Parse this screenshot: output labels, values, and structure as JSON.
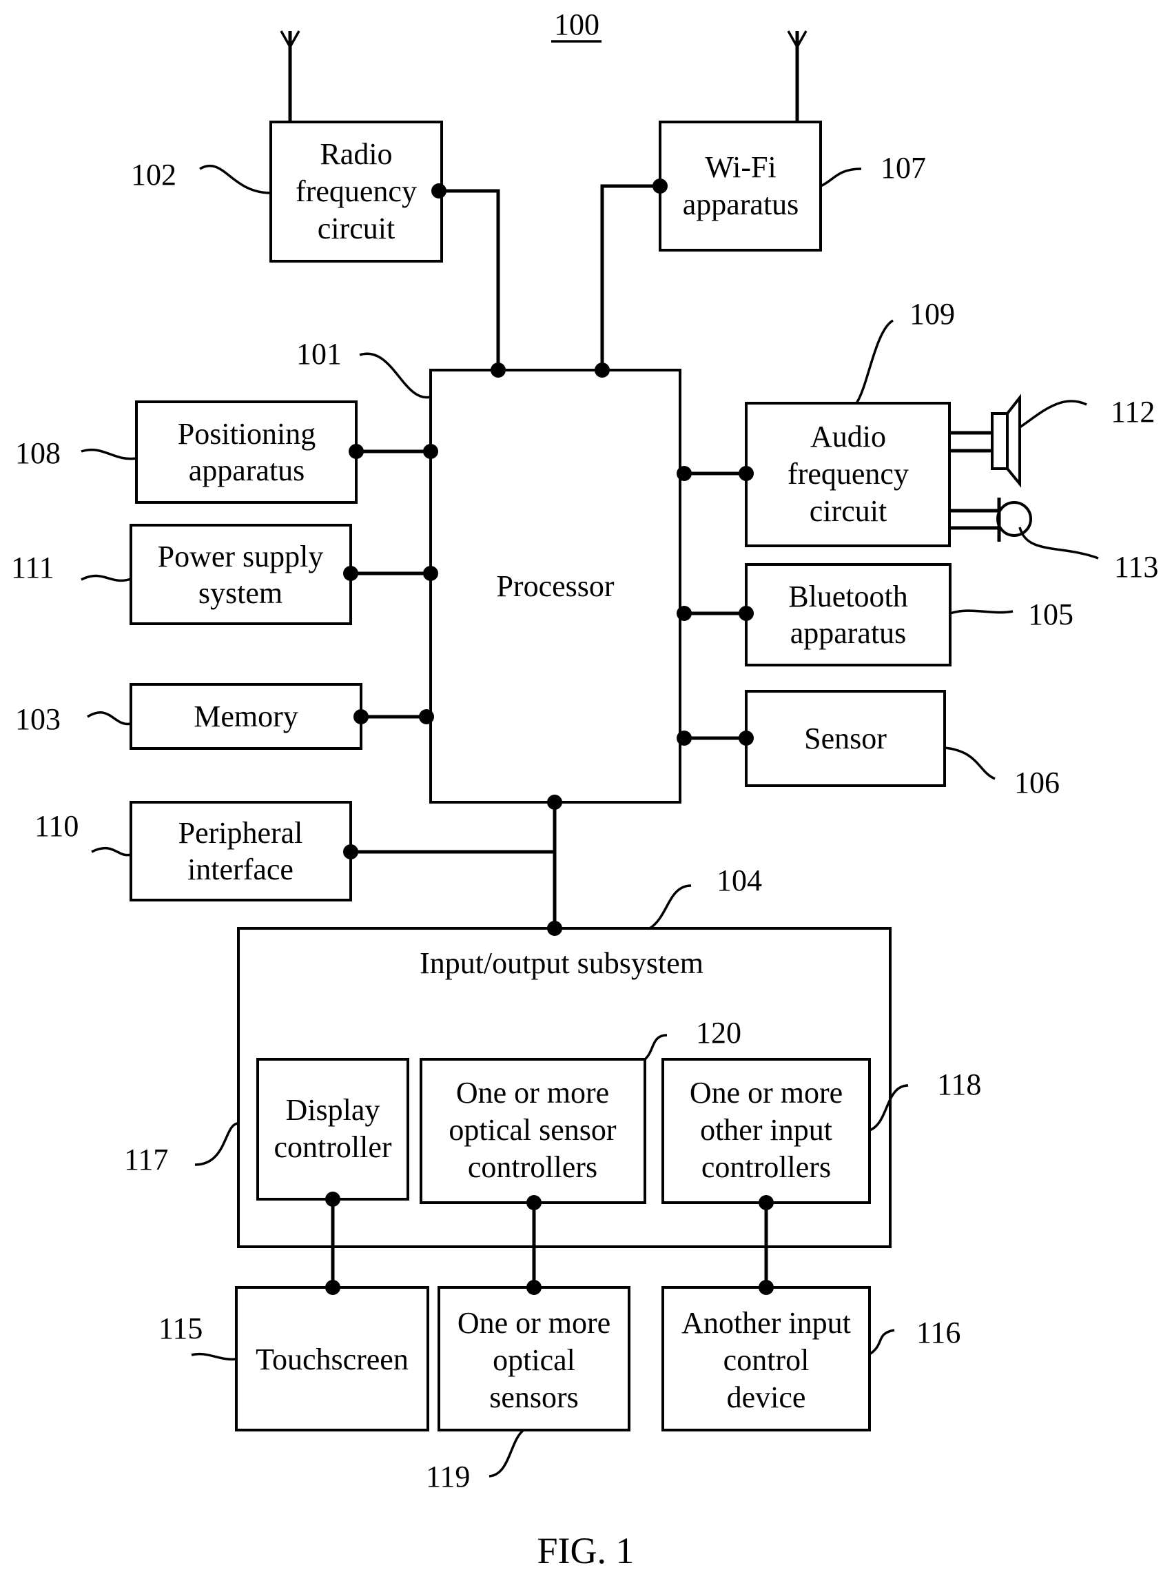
{
  "figure_number": "100",
  "caption": "FIG. 1",
  "blocks": {
    "radio_frequency_circuit": {
      "lines": [
        "Radio",
        "frequency",
        "circuit"
      ],
      "ref": "102"
    },
    "wifi_apparatus": {
      "lines": [
        "Wi-Fi",
        "apparatus"
      ],
      "ref": "107"
    },
    "processor": {
      "lines": [
        "Processor"
      ],
      "ref": "101"
    },
    "positioning_apparatus": {
      "lines": [
        "Positioning",
        "apparatus"
      ],
      "ref": "108"
    },
    "power_supply_system": {
      "lines": [
        "Power supply",
        "system"
      ],
      "ref": "111"
    },
    "memory": {
      "lines": [
        "Memory"
      ],
      "ref": "103"
    },
    "peripheral_interface": {
      "lines": [
        "Peripheral",
        "interface"
      ],
      "ref": "110"
    },
    "audio_frequency_circuit": {
      "lines": [
        "Audio",
        "frequency",
        "circuit"
      ],
      "ref": "109"
    },
    "bluetooth_apparatus": {
      "lines": [
        "Bluetooth",
        "apparatus"
      ],
      "ref": "105"
    },
    "sensor": {
      "lines": [
        "Sensor"
      ],
      "ref": "106"
    },
    "io_subsystem": {
      "lines": [
        "Input/output subsystem"
      ],
      "ref": "104"
    },
    "display_controller": {
      "lines": [
        "Display",
        "controller"
      ],
      "ref": "117"
    },
    "optical_sensor_controllers": {
      "lines": [
        "One or more",
        "optical sensor",
        "controllers"
      ],
      "ref": "120"
    },
    "other_input_controllers": {
      "lines": [
        "One or more",
        "other input",
        "controllers"
      ],
      "ref": "118"
    },
    "touchscreen": {
      "lines": [
        "Touchscreen"
      ],
      "ref": "115"
    },
    "optical_sensors": {
      "lines": [
        "One or more",
        "optical",
        "sensors"
      ],
      "ref": "119"
    },
    "another_input_control_device": {
      "lines": [
        "Another input",
        "control",
        "device"
      ],
      "ref": "116"
    }
  },
  "speaker": {
    "ref": "112"
  },
  "microphone": {
    "ref": "113"
  }
}
